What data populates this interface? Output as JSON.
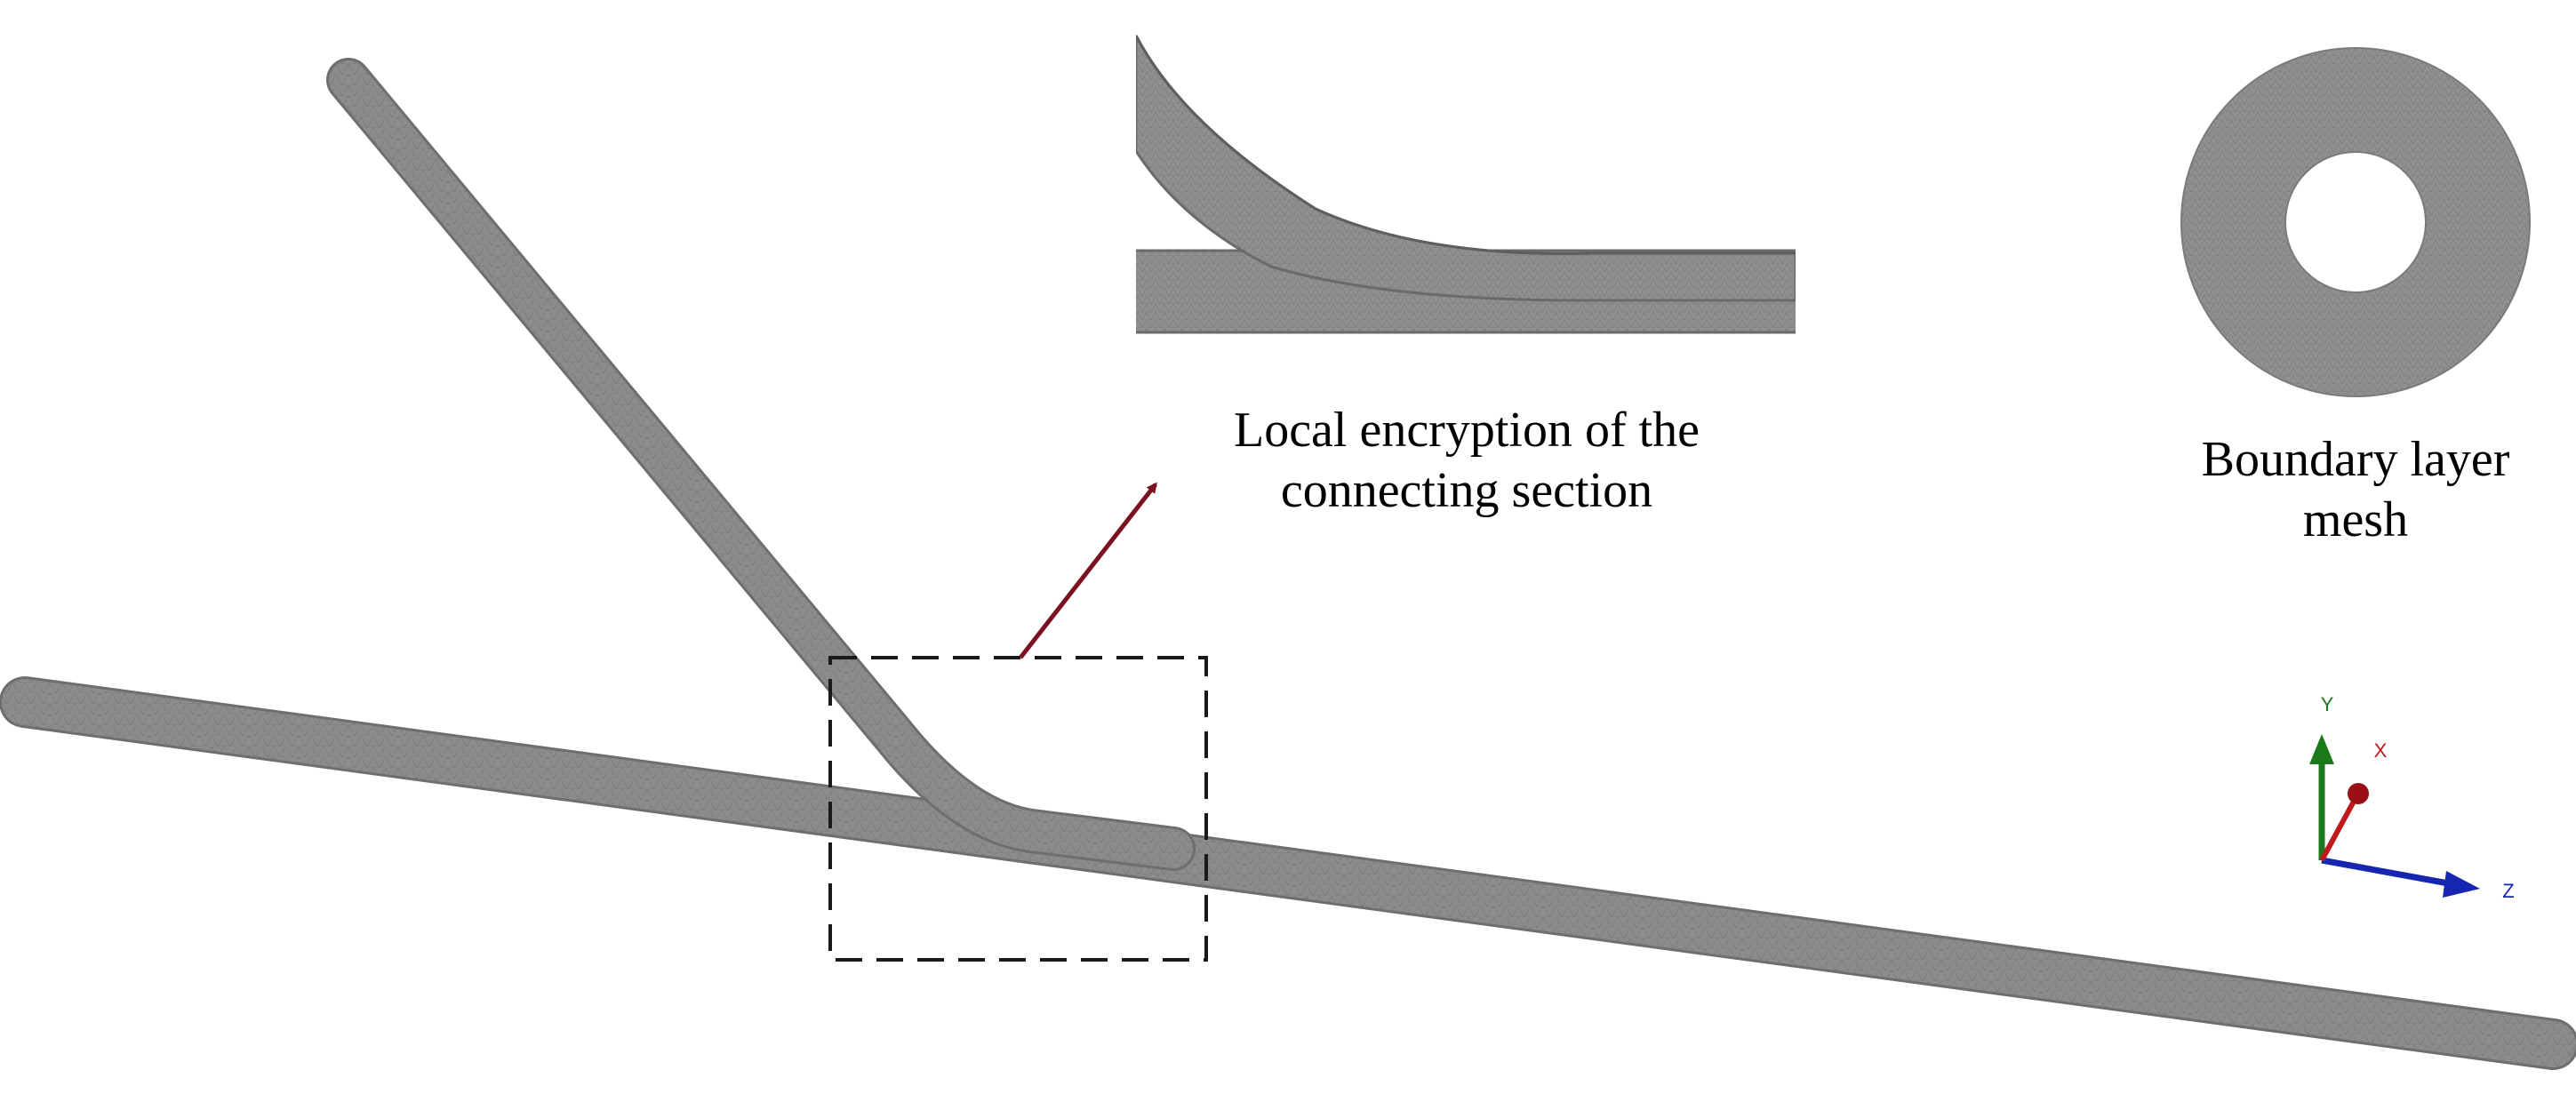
{
  "captions": {
    "local_line1": "Local encryption of the",
    "local_line2": "connecting section",
    "boundary_line1": "Boundary layer",
    "boundary_line2": "mesh"
  },
  "axes": {
    "x_label": "X",
    "y_label": "Y",
    "z_label": "Z",
    "x_color": "#c0181c",
    "y_color": "#1a7a1a",
    "z_color": "#1626b0"
  },
  "colors": {
    "pipe": "#8a8a8a",
    "pipe_edge": "#6e6e6e",
    "arrow": "#7a1020",
    "dashed_box": "#1a1a1a"
  }
}
